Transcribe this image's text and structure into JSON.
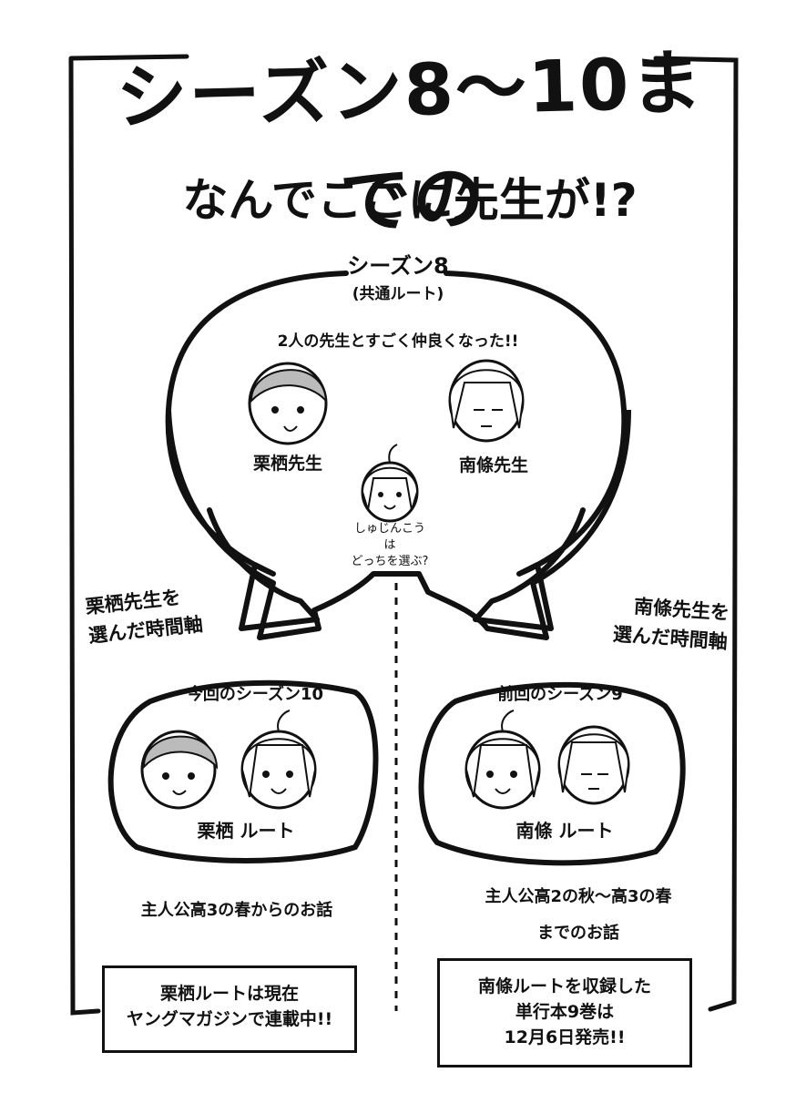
{
  "title": {
    "line1": "シーズン8〜10までの",
    "line2": "なんでここに先生が!?"
  },
  "season8": {
    "heading": "シーズン8",
    "subheading": "(共通ルート)",
    "description": "2人の先生とすごく仲良くなった!!",
    "left_teacher": "栗栖先生",
    "right_teacher": "南條先生",
    "protagonist_caption": [
      "しゅじんこう",
      "は",
      "どっちを選ぶ?"
    ]
  },
  "branch_left": [
    "栗栖先生を",
    "選んだ時間軸"
  ],
  "branch_right": [
    "南條先生を",
    "選んだ時間軸"
  ],
  "season10": {
    "heading": "今回のシーズン10",
    "route": "栗栖 ルート",
    "story": "主人公高3の春からのお話"
  },
  "season9": {
    "heading": "前回のシーズン9",
    "route": "南條 ルート",
    "story_line1": "主人公高2の秋〜高3の春",
    "story_line2": "までのお話"
  },
  "notice_left": [
    "栗栖ルートは現在",
    "ヤングマガジンで連載中!!"
  ],
  "notice_right": [
    "南條ルートを収録した",
    "単行本9巻は",
    "12月6日発売!!"
  ]
}
